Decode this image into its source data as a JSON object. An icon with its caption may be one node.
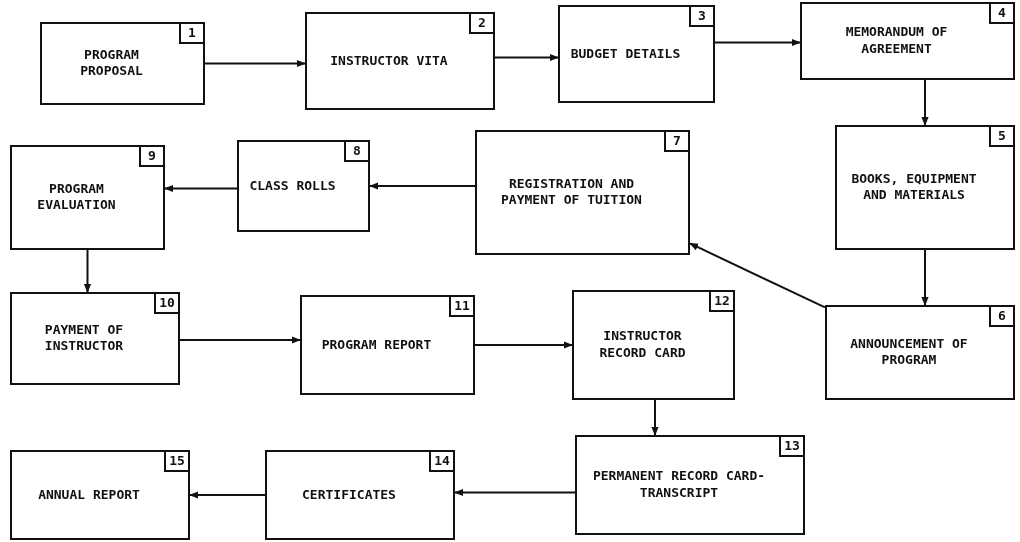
{
  "diagram": {
    "nodes": [
      {
        "text": [
          "PROGRAM PROPOSAL",
          "1"
        ]
      },
      {
        "text": [
          "INSTRUCTOR VITA",
          "2"
        ]
      },
      {
        "text": [
          "BUDGET DETAILS",
          "3"
        ]
      },
      {
        "text": [
          "MEMORANDUM OF AGREEMENT",
          "4"
        ]
      },
      {
        "text": [
          "BOOKS, EQUIPMENT AND MATERIALS",
          "5"
        ]
      },
      {
        "text": [
          "ANNOUNCEMENT OF PROGRAM",
          "6"
        ]
      },
      {
        "text": [
          "REGISTRATION AND PAYMENT OF TUITION",
          "7"
        ]
      },
      {
        "text": [
          "CLASS ROLLS",
          "8"
        ]
      },
      {
        "text": [
          "PROGRAM EVALUATION",
          "9"
        ]
      },
      {
        "text": [
          "PAYMENT OF INSTRUCTOR",
          "10"
        ]
      },
      {
        "text": [
          "PROGRAM REPORT",
          "11"
        ]
      },
      {
        "text": [
          "INSTRUCTOR RECORD CARD",
          "12"
        ]
      },
      {
        "text": [
          "PERMANENT RECORD CARD-TRANSCRIPT",
          "13"
        ]
      },
      {
        "text": [
          "CERTIFICATES",
          "14"
        ]
      },
      {
        "text": [
          "ANNUAL REPORT",
          "15"
        ]
      }
    ],
    "edges": [
      {
        "from": 0,
        "to": 1,
        "arrow": "to"
      },
      {
        "from": 1,
        "to": 2,
        "arrow": "to"
      },
      {
        "from": 2,
        "to": 3,
        "arrow": "to"
      },
      {
        "from": 3,
        "to": 4,
        "arrow": "to"
      },
      {
        "from": 4,
        "to": 5,
        "arrow": "to"
      },
      {
        "from": 5,
        "to": 6,
        "arrow": "to"
      },
      {
        "from": 6,
        "to": 7,
        "arrow": "to"
      },
      {
        "from": 7,
        "to": 8,
        "arrow": "to"
      },
      {
        "from": 8,
        "to": 9,
        "arrow": "to"
      },
      {
        "from": 9,
        "to": 10,
        "arrow": "to"
      },
      {
        "from": 10,
        "to": 11,
        "arrow": "to"
      },
      {
        "from": 11,
        "to": 12,
        "arrow": "to"
      },
      {
        "from": 12,
        "to": 13,
        "arrow": "to"
      },
      {
        "from": 13,
        "to": 14,
        "arrow": "to"
      }
    ]
  }
}
